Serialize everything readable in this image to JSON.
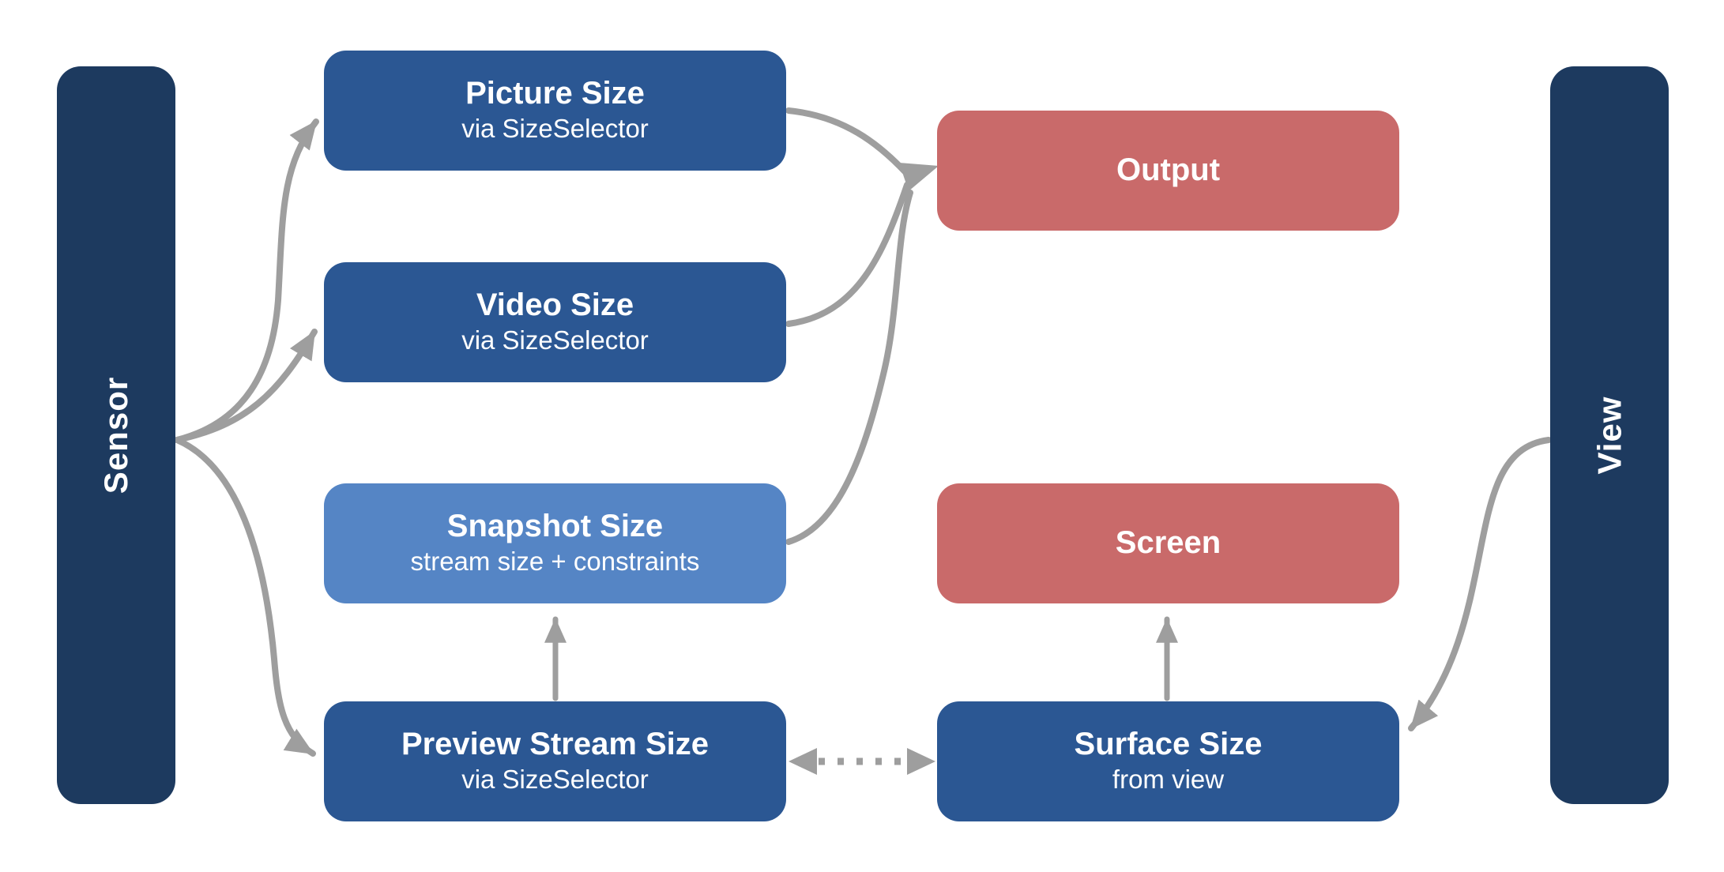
{
  "title": "Camera size selection diagram",
  "colors": {
    "background": "#ffffff",
    "rail": "#1d3a5f",
    "box_blue": "#2b5793",
    "box_light_blue": "#5585c5",
    "box_red": "#c96a6a",
    "arrow": "#9e9e9e",
    "text": "#ffffff"
  },
  "rails": {
    "sensor": {
      "label": "Sensor"
    },
    "view": {
      "label": "View"
    }
  },
  "nodes": {
    "picture": {
      "title": "Picture Size",
      "subtitle": "via SizeSelector"
    },
    "video": {
      "title": "Video Size",
      "subtitle": "via SizeSelector"
    },
    "snapshot": {
      "title": "Snapshot Size",
      "subtitle": "stream size + constraints"
    },
    "preview": {
      "title": "Preview Stream Size",
      "subtitle": "via SizeSelector"
    },
    "output": {
      "title": "Output"
    },
    "screen": {
      "title": "Screen"
    },
    "surface": {
      "title": "Surface Size",
      "subtitle": "from view"
    }
  },
  "edges": [
    {
      "from": "Sensor",
      "to": "Picture Size",
      "style": "solid",
      "direction": "one-way"
    },
    {
      "from": "Sensor",
      "to": "Video Size",
      "style": "solid",
      "direction": "one-way"
    },
    {
      "from": "Sensor",
      "to": "Preview Stream Size",
      "style": "solid",
      "direction": "one-way"
    },
    {
      "from": "Picture Size",
      "to": "Output",
      "style": "solid",
      "direction": "one-way"
    },
    {
      "from": "Video Size",
      "to": "Output",
      "style": "solid",
      "direction": "one-way"
    },
    {
      "from": "Snapshot Size",
      "to": "Output",
      "style": "solid",
      "direction": "one-way"
    },
    {
      "from": "Preview Stream Size",
      "to": "Snapshot Size",
      "style": "solid",
      "direction": "one-way"
    },
    {
      "from": "Surface Size",
      "to": "Screen",
      "style": "solid",
      "direction": "one-way"
    },
    {
      "from": "Preview Stream Size",
      "to": "Surface Size",
      "style": "dotted",
      "direction": "two-way"
    },
    {
      "from": "View",
      "to": "Surface Size",
      "style": "solid",
      "direction": "one-way"
    }
  ]
}
